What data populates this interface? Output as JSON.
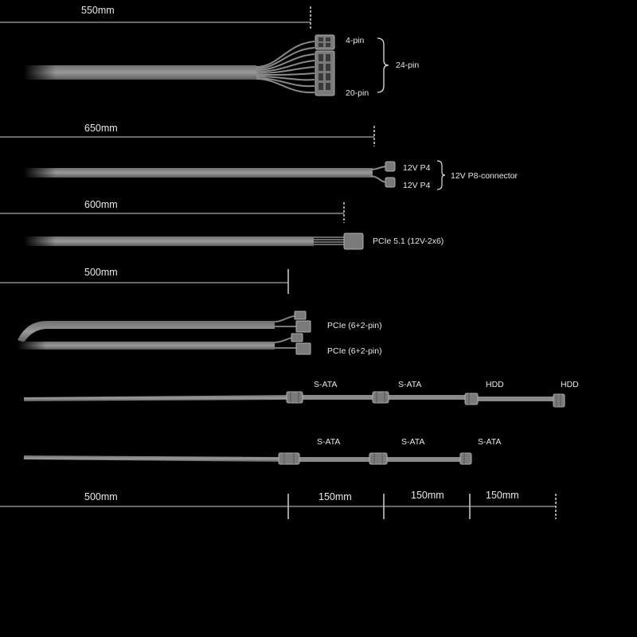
{
  "colors": {
    "background": "#000000",
    "cable": "#8a8a8a",
    "cable_dark": "#5a5a5a",
    "measure": "#d0d0d0",
    "text": "#e8e8e8"
  },
  "atx_24pin": {
    "length": "550mm",
    "label_top": "4-pin",
    "label_bottom": "20-pin",
    "group_label": "24-pin"
  },
  "eps_8pin": {
    "length": "650mm",
    "label_top": "12V P4",
    "label_bottom": "12V P4",
    "group_label": "12V P8-connector"
  },
  "pcie51": {
    "length": "600mm",
    "label": "PCIe 5.1 (12V-2x6)"
  },
  "pcie": {
    "length": "500mm",
    "labels": [
      "PCIe (6+2-pin)",
      "PCIe (6+2-pin)"
    ]
  },
  "sata_hdd_cable": {
    "labels": [
      "S-ATA",
      "S-ATA",
      "HDD",
      "HDD"
    ]
  },
  "sata_cable": {
    "labels": [
      "S-ATA",
      "S-ATA",
      "S-ATA"
    ]
  },
  "bottom_scale": {
    "segments": [
      "500mm",
      "150mm",
      "150mm",
      "150mm"
    ]
  }
}
